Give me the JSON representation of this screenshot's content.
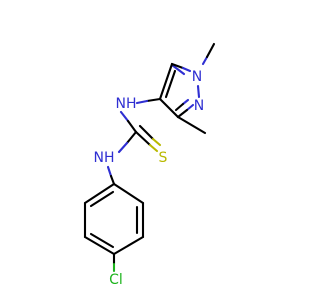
{
  "molecule": {
    "atoms": {
      "n1": "N",
      "n2": "N",
      "nh1": "NH",
      "nh2": "NH",
      "s": "S",
      "cl": "Cl"
    },
    "colors": {
      "carbon": "#000000",
      "nitrogen": "#2f2fd2",
      "sulfur": "#b9b900",
      "chlorine": "#1eb41e"
    }
  }
}
